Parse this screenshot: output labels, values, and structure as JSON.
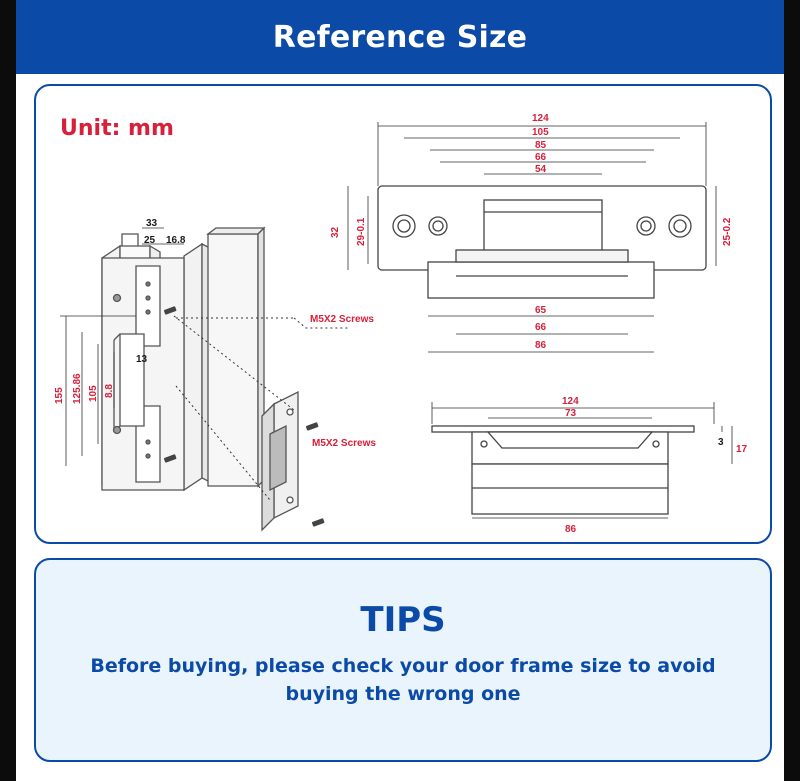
{
  "header": {
    "title": "Reference Size"
  },
  "diagram": {
    "unit_label": "Unit: mm",
    "screw_label_1": "M5X2 Screws",
    "screw_label_2": "M5X2 Screws",
    "frame_dims": {
      "d33": "33",
      "d25": "25",
      "d16_8": "16.8",
      "d13": "13",
      "d155": "155",
      "d125_86": "125.86",
      "d105": "105",
      "d8_8": "8.8"
    },
    "front_view_dims": {
      "d124": "124",
      "d105": "105",
      "d85": "85",
      "d66": "66",
      "d54": "54",
      "d32": "32",
      "d29": "29-0.1",
      "d25": "25-0.2",
      "d65": "65",
      "d66b": "66",
      "d86": "86"
    },
    "side_view_dims": {
      "d124": "124",
      "d73": "73",
      "d3": "3",
      "d17": "17",
      "d86": "86"
    }
  },
  "tips": {
    "title": "TIPS",
    "text": "Before buying, please check your door frame size to avoid buying the wrong one"
  },
  "colors": {
    "brand_blue": "#0b4aa6",
    "dimension_red": "#d8203a",
    "tips_bg": "#e9f4fc"
  }
}
